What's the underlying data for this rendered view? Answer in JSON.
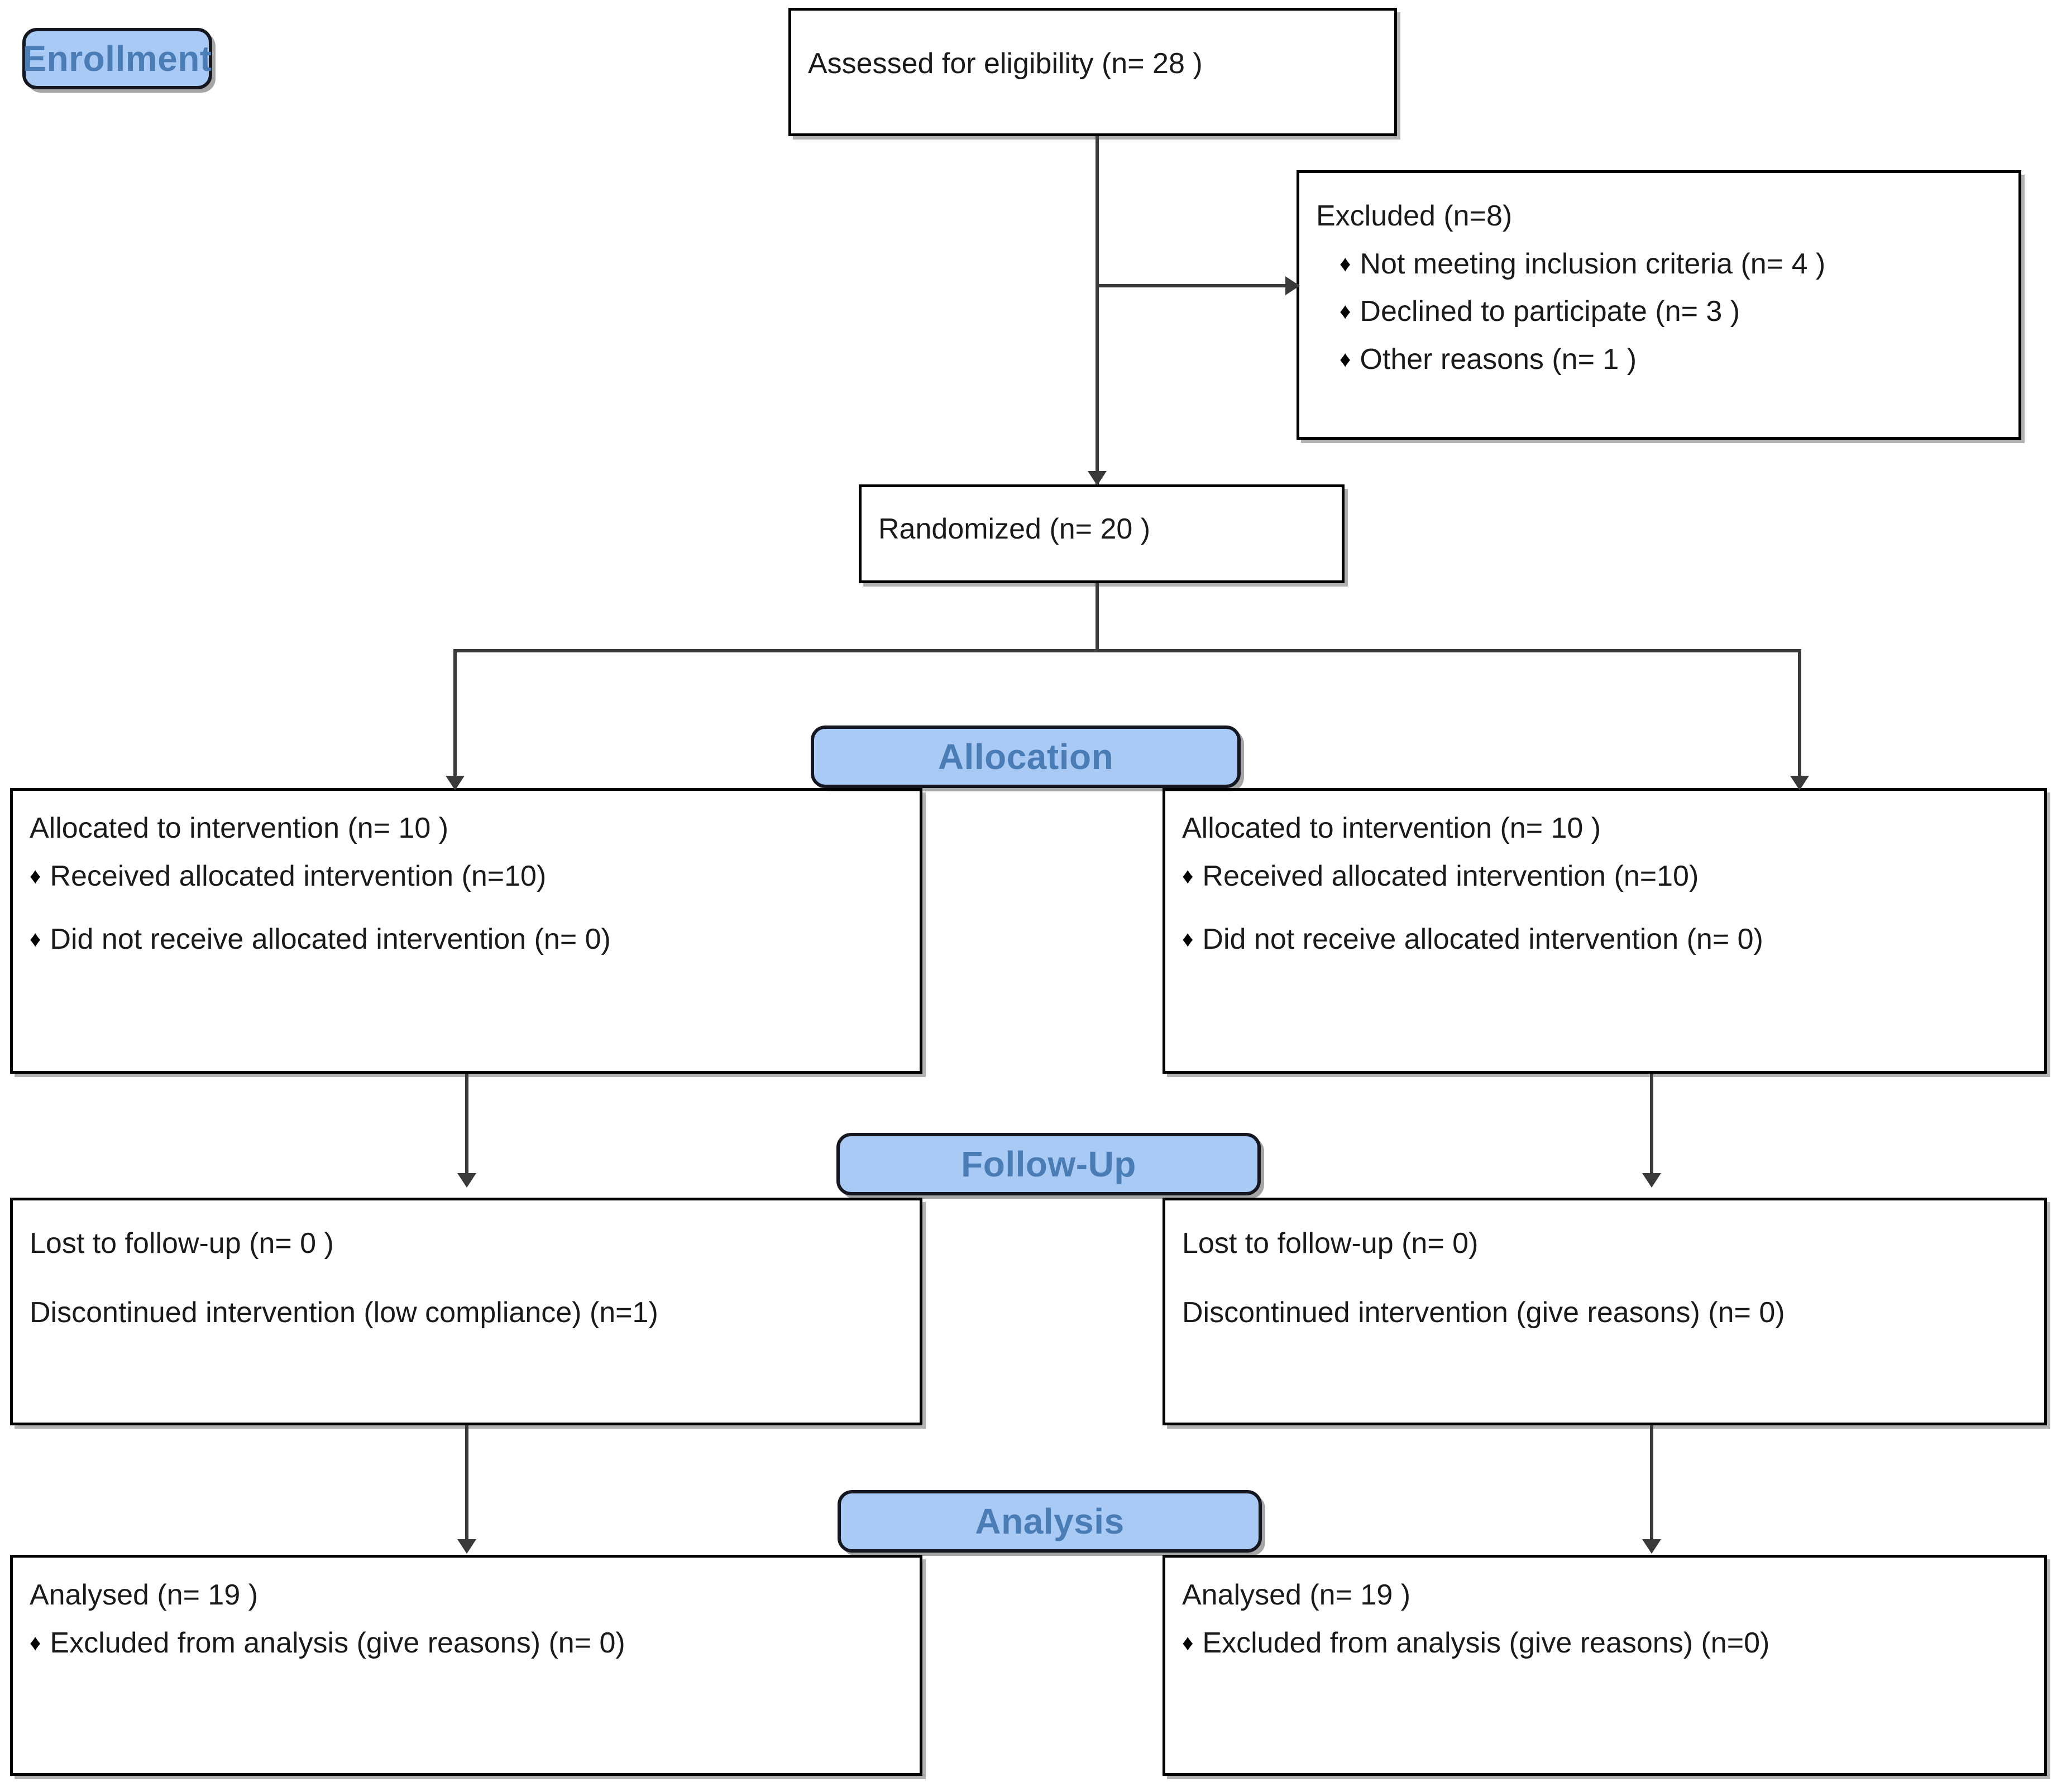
{
  "diagram": {
    "title": "CONSORT participant flow diagram",
    "accent_badge_fill": "#a8caf5",
    "accent_badge_text": "#4a7cb5",
    "box_border_color": "#000000",
    "connector_color": "#3a3a3a"
  },
  "stages": {
    "enrollment": "Enrollment",
    "allocation": "Allocation",
    "followup": "Follow-Up",
    "analysis": "Analysis"
  },
  "enrollment": {
    "assessed": "Assessed for eligibility (n= 28 )",
    "excluded_heading": "Excluded  (n=8)",
    "excluded_reasons": [
      "Not meeting inclusion criteria (n= 4 )",
      "Declined to participate (n= 3 )",
      "Other reasons (n= 1 )"
    ],
    "randomized": "Randomized (n= 20 )"
  },
  "allocation": {
    "left": {
      "heading": "Allocated to intervention (n= 10 )",
      "items": [
        "Received allocated intervention (n=10)",
        "Did not receive allocated intervention (n= 0)"
      ]
    },
    "right": {
      "heading": "Allocated to intervention (n= 10 )",
      "items": [
        "Received allocated intervention (n=10)",
        "Did not receive allocated intervention (n= 0)"
      ]
    }
  },
  "followup": {
    "left": {
      "lost": "Lost to follow-up (n= 0 )",
      "discontinued": "Discontinued intervention (low compliance) (n=1)"
    },
    "right": {
      "lost": "Lost to follow-up (n= 0)",
      "discontinued": "Discontinued intervention (give reasons) (n= 0)"
    }
  },
  "analysis": {
    "left": {
      "heading": "Analysed  (n= 19 )",
      "items": [
        "Excluded from analysis (give reasons) (n= 0)"
      ]
    },
    "right": {
      "heading": "Analysed  (n= 19 )",
      "items": [
        "Excluded from analysis (give reasons) (n=0)"
      ]
    }
  },
  "glyphs": {
    "bullet": "♦"
  }
}
